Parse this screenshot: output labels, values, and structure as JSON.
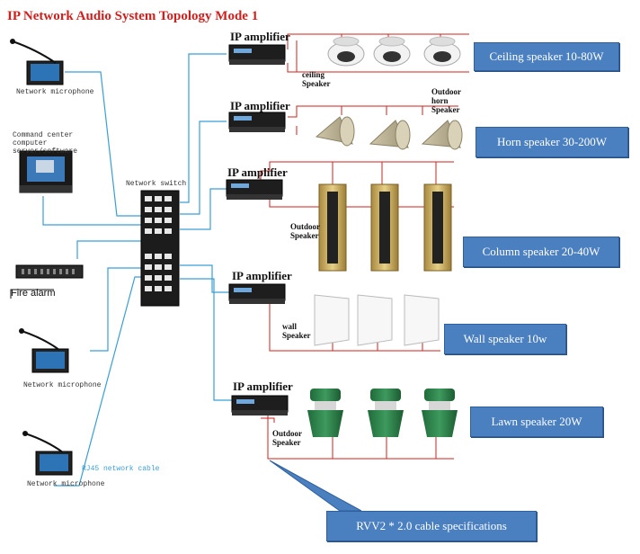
{
  "title": "IP Network Audio System Topology Mode 1",
  "amplifier_label": "IP amplifier",
  "network_switch_label": "Network switch",
  "devices": {
    "mic_top": "Network microphone",
    "command_center": [
      "Command center",
      "computer",
      "server/software"
    ],
    "fire_alarm": "Fire alarm",
    "mic_middle": "Network microphone",
    "mic_bottom": "Network microphone",
    "rj45": "RJ45 network cable"
  },
  "speaker_labels": {
    "ceiling": [
      "ceiling",
      "Speaker"
    ],
    "horn": [
      "Outdoor",
      "horn",
      "Speaker"
    ],
    "column": [
      "Outdoor",
      "Speaker"
    ],
    "wall": [
      "wall",
      "Speaker"
    ],
    "lawn": [
      "Outdoor",
      "Speaker"
    ]
  },
  "callouts": {
    "ceiling": "Ceiling speaker 10-80W",
    "horn": "Horn speaker 30-200W",
    "column": "Column speaker 20-40W",
    "wall": "Wall speaker 10w",
    "lawn": "Lawn speaker 20W",
    "cable": "RVV2 * 2.0 cable specifications"
  },
  "colors": {
    "title": "#d0201e",
    "network_cable": "#3a9ed6",
    "speaker_cable": "#d0201e",
    "callout_bg": "#4a7fc0"
  }
}
